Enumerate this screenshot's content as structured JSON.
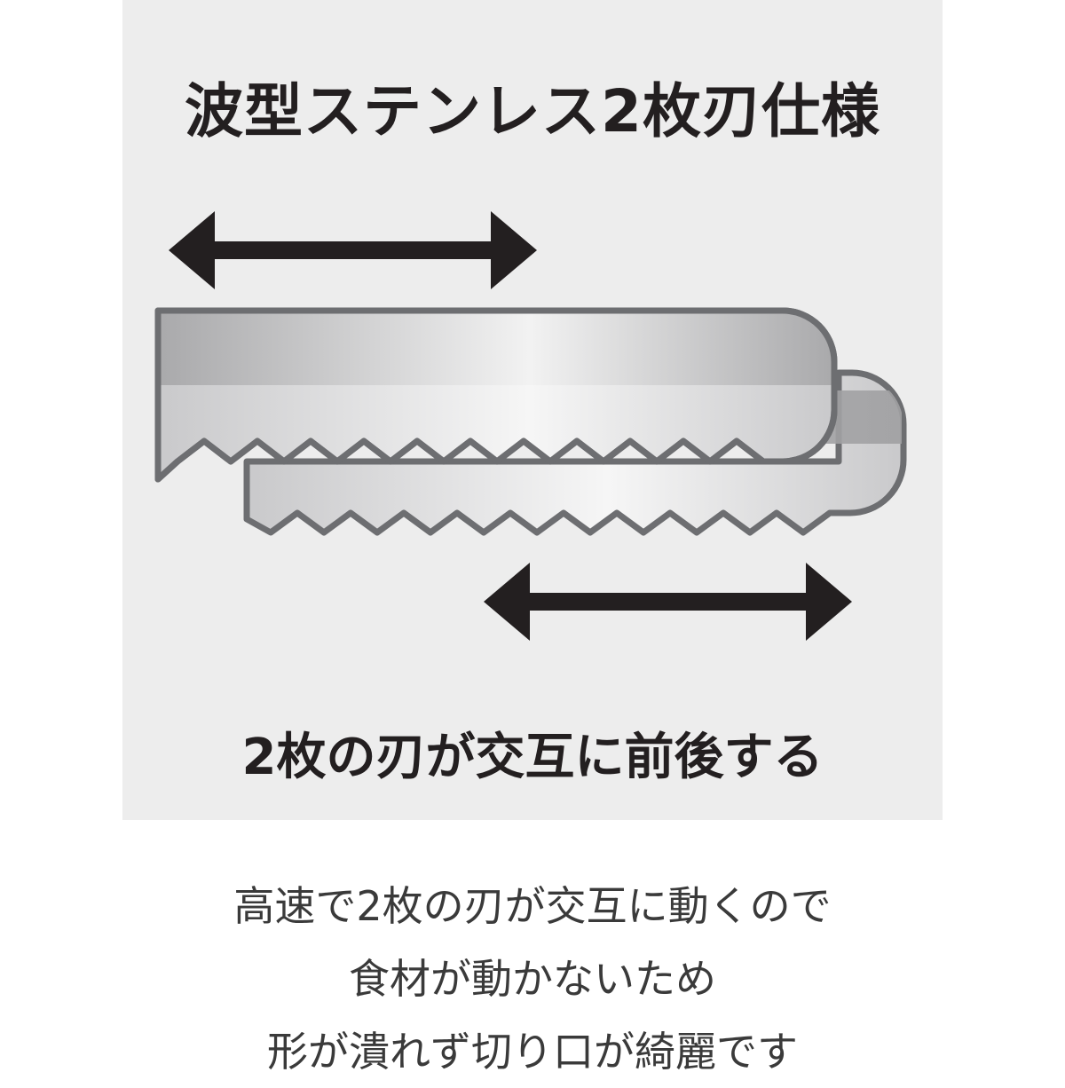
{
  "title": "波型ステンレス2枚刃仕様",
  "subtitle": "2枚の刃が交互に前後する",
  "caption": {
    "line1": "高速で2枚の刃が交互に動くので",
    "line2": "食材が動かないため",
    "line3": "形が潰れず切り口が綺麗です"
  },
  "colors": {
    "panel": "#ededed",
    "arrow": "#231f20",
    "blade_outline": "#6d6e71",
    "text_dark": "#231f20",
    "text_caption": "#3a3a3a"
  },
  "icons": {
    "top_arrow": "double-headed-arrow",
    "bottom_arrow": "double-headed-arrow",
    "blades": "serrated-blade"
  }
}
